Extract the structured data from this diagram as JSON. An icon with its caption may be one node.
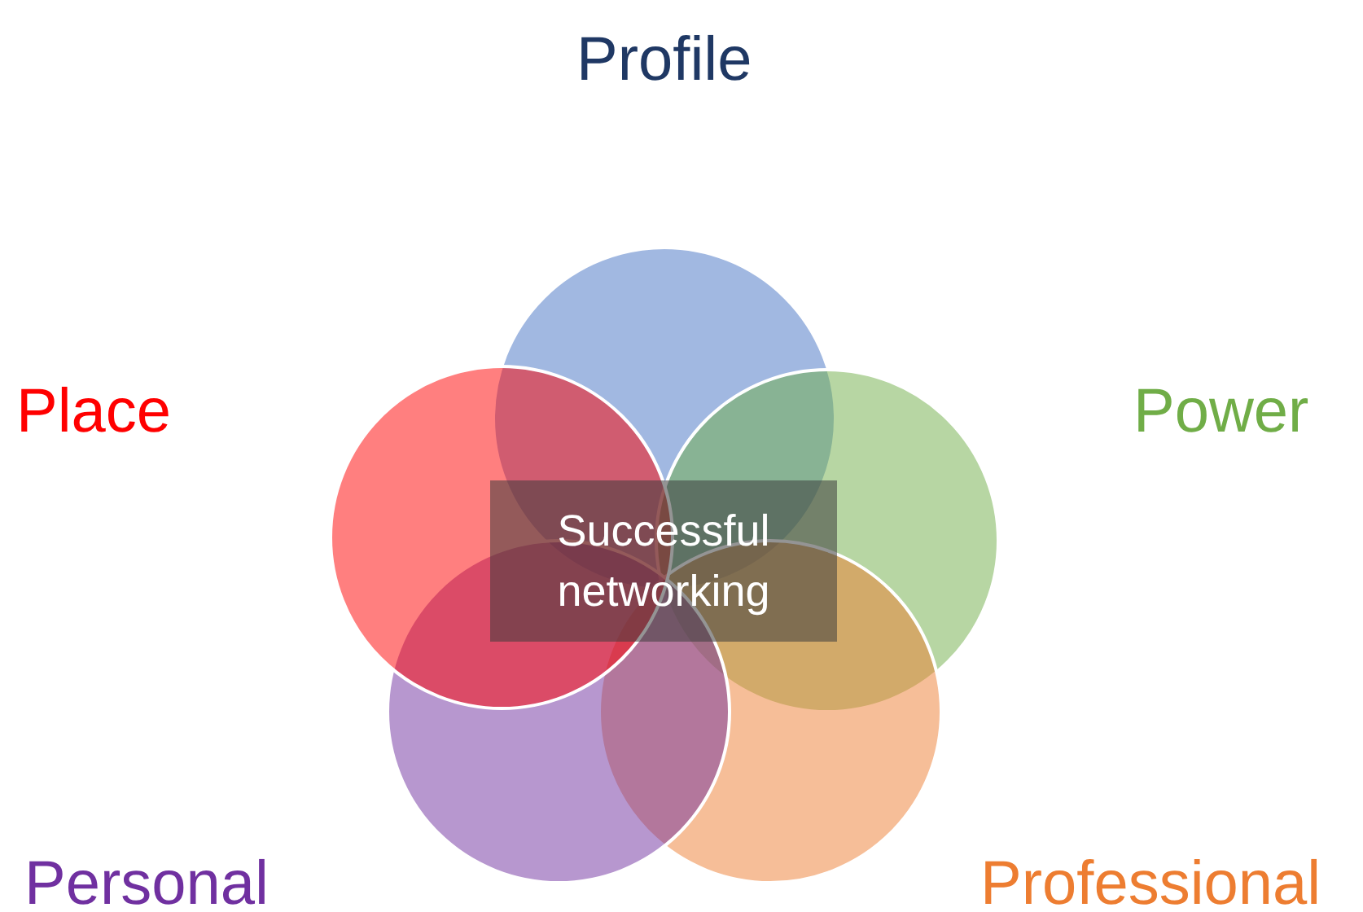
{
  "diagram": {
    "nodes": [
      {
        "text": [
          "Profile"
        ]
      },
      {
        "text": [
          "Place"
        ]
      },
      {
        "text": [
          "Power"
        ]
      },
      {
        "text": [
          "Personal"
        ]
      },
      {
        "text": [
          "Professional"
        ]
      },
      {
        "text": [
          "Successful networking"
        ]
      }
    ],
    "edges": []
  }
}
